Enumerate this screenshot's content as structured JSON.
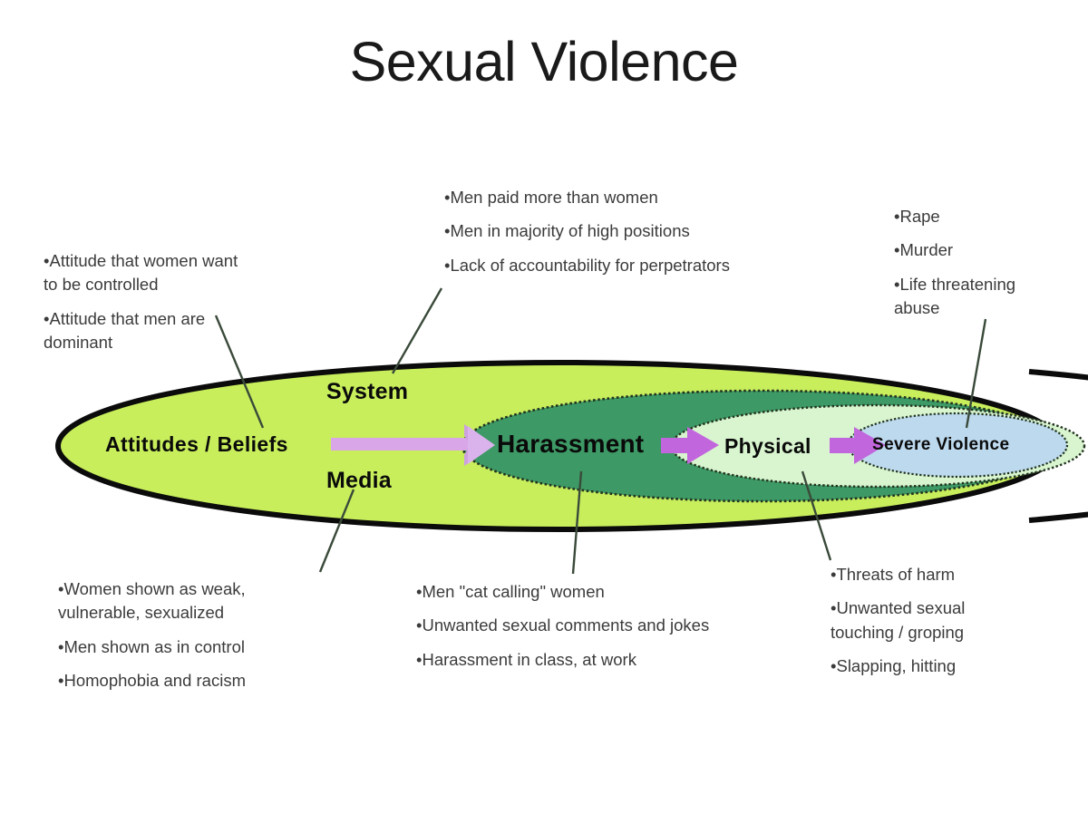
{
  "title": "Sexual Violence",
  "diagram": {
    "type": "nested-ellipse-continuum",
    "colors": {
      "outer_fill": "#c8ee5c",
      "outer_stroke": "#000000",
      "harassment_fill": "#3d9965",
      "physical_fill": "#d8f5cf",
      "severe_fill": "#bdd9ee",
      "dotted_stroke": "#2b4a2b",
      "arrow_light": "#d9a7e8",
      "arrow_purple": "#c266dd",
      "connector_line": "#3a4a3a",
      "text": "#3b3b3b",
      "background": "#ffffff"
    },
    "stages": [
      {
        "id": "attitudes",
        "label": "Attitudes / Beliefs"
      },
      {
        "id": "system",
        "label": "System"
      },
      {
        "id": "media",
        "label": "Media"
      },
      {
        "id": "harassment",
        "label": "Harassment"
      },
      {
        "id": "physical",
        "label": "Physical"
      },
      {
        "id": "severe",
        "label": "Severe Violence"
      }
    ]
  },
  "callouts": {
    "attitudes": {
      "lines": [
        "•Attitude that women want\nto be controlled",
        "•Attitude that men are\ndominant"
      ]
    },
    "system": {
      "lines": [
        "•Men paid more than women",
        "•Men in majority of high positions",
        "•Lack of accountability for perpetrators"
      ]
    },
    "severe": {
      "lines": [
        "•Rape",
        "•Murder",
        "•Life threatening\nabuse"
      ]
    },
    "media": {
      "lines": [
        "•Women shown as weak,\nvulnerable, sexualized",
        "•Men shown as in control",
        "•Homophobia and racism"
      ]
    },
    "harassment": {
      "lines": [
        "•Men \"cat calling\" women",
        "•Unwanted sexual comments and jokes",
        "•Harassment in class, at work"
      ]
    },
    "physical": {
      "lines": [
        "•Threats of harm",
        "•Unwanted sexual\ntouching / groping",
        "•Slapping, hitting"
      ]
    }
  }
}
